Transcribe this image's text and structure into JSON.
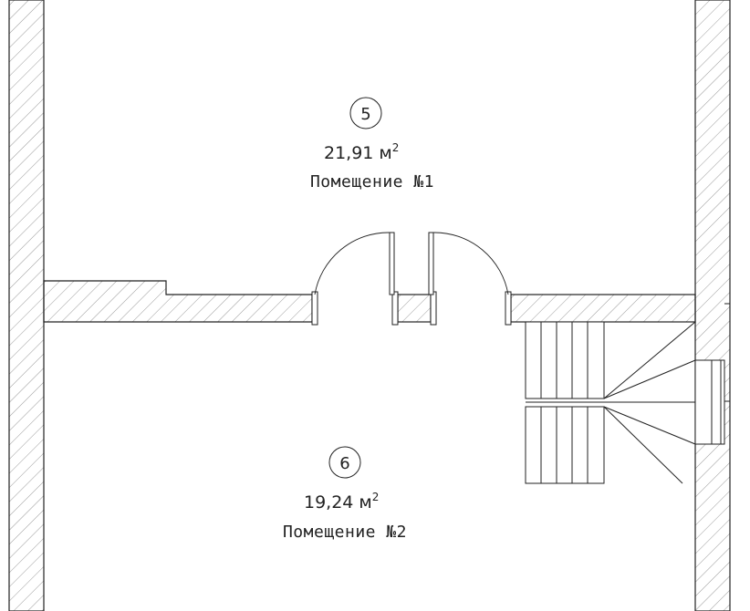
{
  "rooms": [
    {
      "number": "5",
      "area": "21,91 м",
      "area_power": "2",
      "name": "Помещение №1"
    },
    {
      "number": "6",
      "area": "19,24 м",
      "area_power": "2",
      "name": "Помещение №2"
    }
  ],
  "colors": {
    "line": "#222222",
    "hatch": "#9a9a9a",
    "background": "#ffffff"
  }
}
